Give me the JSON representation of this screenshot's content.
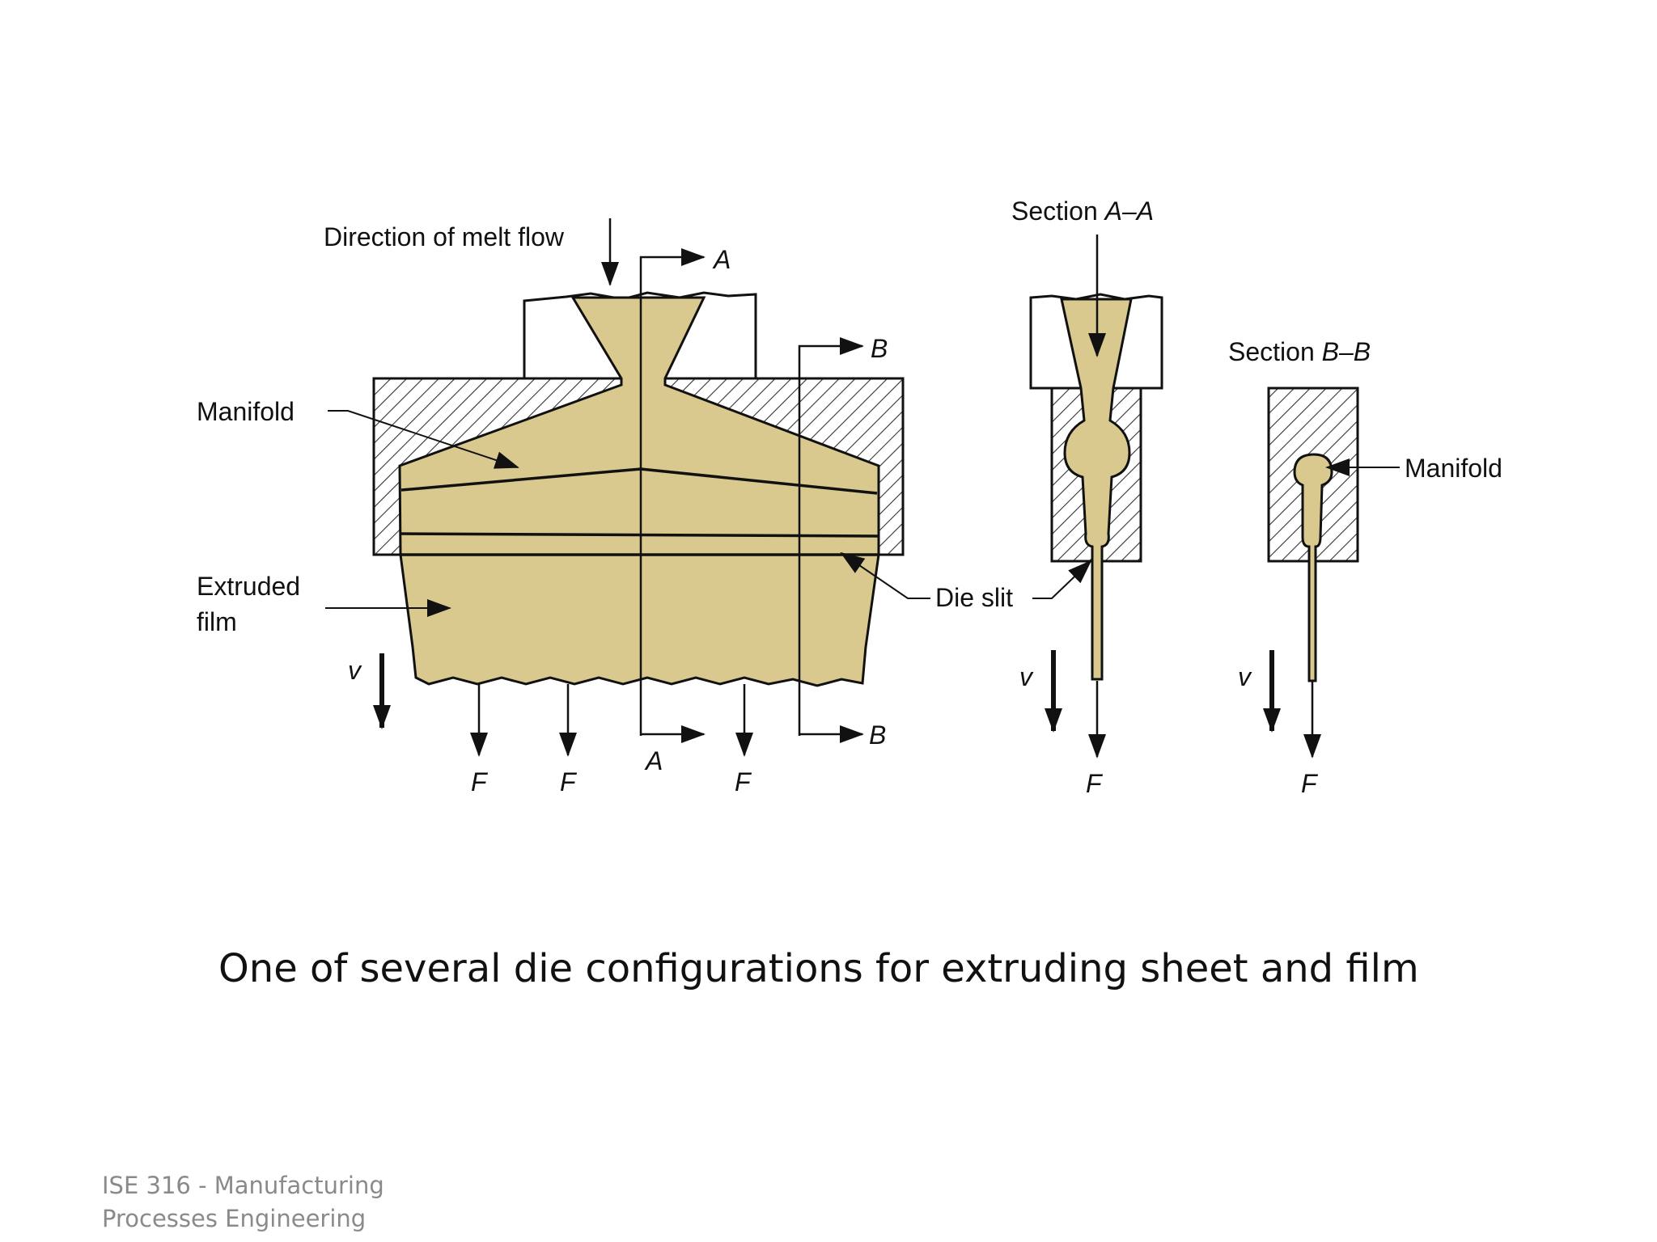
{
  "labels": {
    "melt_flow": "Direction of melt flow",
    "manifold_left": "Manifold",
    "extruded_film_1": "Extruded",
    "extruded_film_2": "film",
    "die_slit": "Die slit",
    "section_aa_prefix": "Section ",
    "section_aa_letters": "A–A",
    "section_bb_prefix": "Section ",
    "section_bb_letters": "B–B",
    "manifold_right": "Manifold",
    "a_top": "A",
    "a_bottom": "A",
    "b_top": "B",
    "b_bottom": "B",
    "v_main": "v",
    "v_aa": "v",
    "v_bb": "v",
    "f1": "F",
    "f2": "F",
    "f3": "F",
    "f_aa": "F",
    "f_bb": "F"
  },
  "caption": "One of several die configurations for extruding sheet and film",
  "footer": {
    "line1": "ISE 316  -  Manufacturing",
    "line2": "Processes Engineering"
  },
  "colors": {
    "melt": "#d9c98f",
    "line": "#111111",
    "hatch": "#333333"
  }
}
